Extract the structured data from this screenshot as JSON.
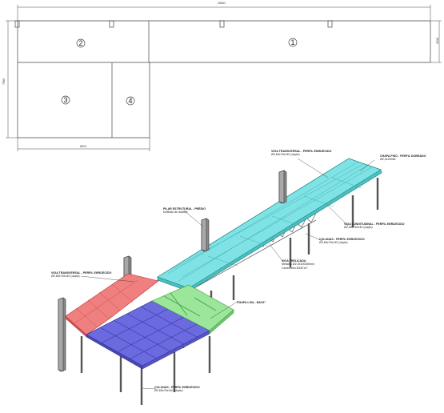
{
  "plan": {
    "dim_total_width": "25841",
    "dim_left_width": "8524",
    "dim_total_height": "7980",
    "dim_right_height": "2636",
    "area_numbers": [
      "1",
      "2",
      "3",
      "4"
    ]
  },
  "callouts": {
    "viga_transversal_top": {
      "title": "VIGA TRANSVERSAL - PERFIL ENRIJECIDO",
      "spec": "Ø0,60x75x140 (duplo)"
    },
    "chapa_piso": {
      "title": "CHAPA PISO - PERFIL DOBRADO",
      "spec": "Ø2,0x230x8"
    },
    "pilar": {
      "title": "PILAR ESTRUTURAL - PRÉDIO",
      "spec": "Definido de análise"
    },
    "viga_longitudinal": {
      "title": "VIGA LONGITUDINAL - PERFIL ENRIJECIDO",
      "spec": "Ø2,65x75x140 (duplo)"
    },
    "colunas_right": {
      "title": "COLUNAS - PERFIL ENRIJECIDO",
      "spec": "Ø2,65x75x140 (duplo)"
    },
    "viga_trelicada": {
      "title": "VIGA TRELIÇADA",
      "spec": "Metalon Ø2,0x100x50mm",
      "spec2": "Cantoneira Ø1/8\"x2\""
    },
    "viga_transversal_left": {
      "title": "VIGA TRANSVERSAL - PERFIL ENRIJECIDO",
      "spec": "Ø2,65x75x140 (duplo)"
    },
    "chapa_lisa": {
      "title": "CHAPA LISA - Ø3/16\""
    },
    "colunas_bottom": {
      "title": "COLUNAS - PERFIL ENRIJECIDO",
      "spec": "Ø2,65x75x140 (duplo)"
    }
  }
}
